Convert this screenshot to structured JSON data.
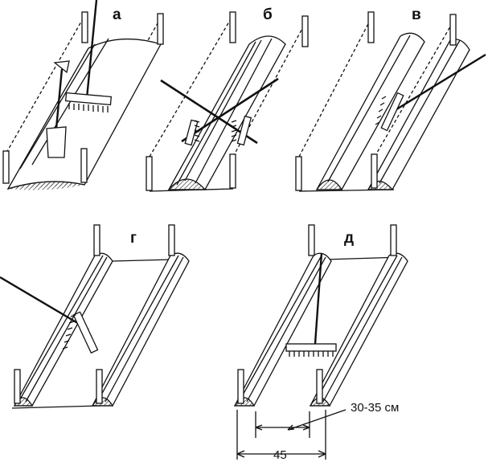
{
  "figure": {
    "panels": [
      {
        "id": "a",
        "label": "а"
      },
      {
        "id": "b",
        "label": "б"
      },
      {
        "id": "v",
        "label": "в"
      },
      {
        "id": "g",
        "label": "г"
      },
      {
        "id": "d",
        "label": "д"
      }
    ],
    "dimensions": {
      "row_gap": "30-35 см",
      "row_spacing": "45"
    }
  },
  "style": {
    "ink": "#111111",
    "hatch": "#555555",
    "background": "#ffffff"
  }
}
